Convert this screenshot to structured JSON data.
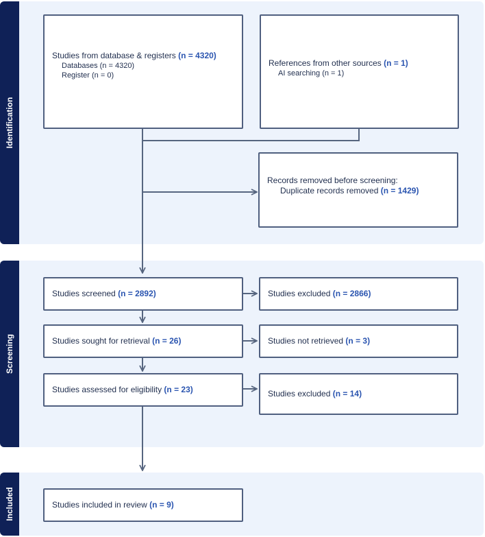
{
  "stages": {
    "identification": "Identification",
    "screening": "Screening",
    "included": "Included"
  },
  "boxes": {
    "db_registers": {
      "label": "Studies from database & registers",
      "count": "(n = 4320)",
      "sub": [
        "Databases (n = 4320)",
        "Register (n = 0)"
      ]
    },
    "other_sources": {
      "label": "References from other sources",
      "count": "(n = 1)",
      "sub": [
        "AI searching (n = 1)"
      ]
    },
    "removed": {
      "label": "Records removed before screening:",
      "sub_label": "Duplicate records removed",
      "count": "(n = 1429)"
    },
    "screened": {
      "label": "Studies screened",
      "count": "(n = 2892)"
    },
    "excluded1": {
      "label": "Studies excluded",
      "count": "(n = 2866)"
    },
    "sought": {
      "label": "Studies sought for retrieval",
      "count": "(n = 26)"
    },
    "not_retrieved": {
      "label": "Studies not retrieved",
      "count": "(n = 3)"
    },
    "assessed": {
      "label": "Studies assessed for eligibility",
      "count": "(n = 23)"
    },
    "excluded2": {
      "label": "Studies excluded",
      "count": "(n = 14)"
    },
    "included": {
      "label": "Studies included in review",
      "count": "(n = 9)"
    }
  },
  "colors": {
    "stage_bar": "#0f2157",
    "panel": "#edf3fc",
    "box_border": "#4f5f7f",
    "count_text": "#2b55b0",
    "connector": "#56657f"
  }
}
